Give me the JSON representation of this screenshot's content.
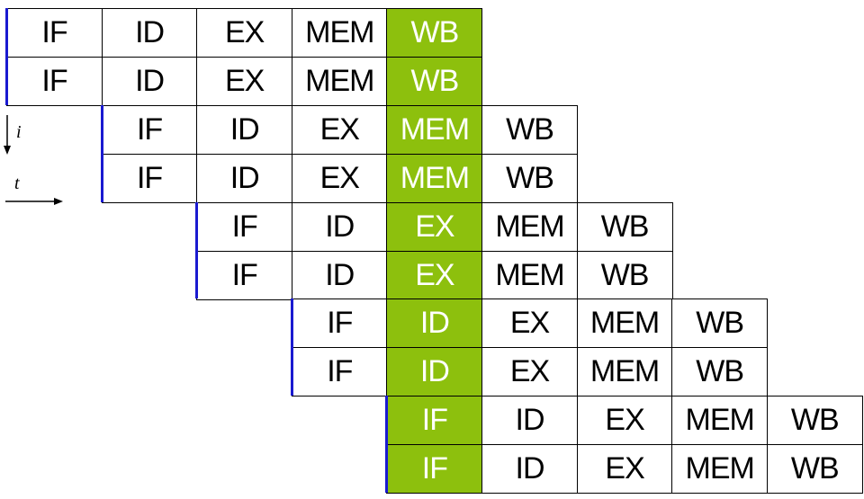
{
  "highlight_color": "#8dc00d",
  "issue_marker_color": "#1a1ad0",
  "axes": {
    "instruction_label": "i",
    "time_label": "t"
  },
  "stages": [
    "IF",
    "ID",
    "EX",
    "MEM",
    "WB"
  ],
  "instructions": [
    {
      "start": 0
    },
    {
      "start": 0
    },
    {
      "start": 1
    },
    {
      "start": 1
    },
    {
      "start": 2
    },
    {
      "start": 2
    },
    {
      "start": 3
    },
    {
      "start": 3
    },
    {
      "start": 4
    },
    {
      "start": 4
    }
  ],
  "highlight_cycle": 4
}
